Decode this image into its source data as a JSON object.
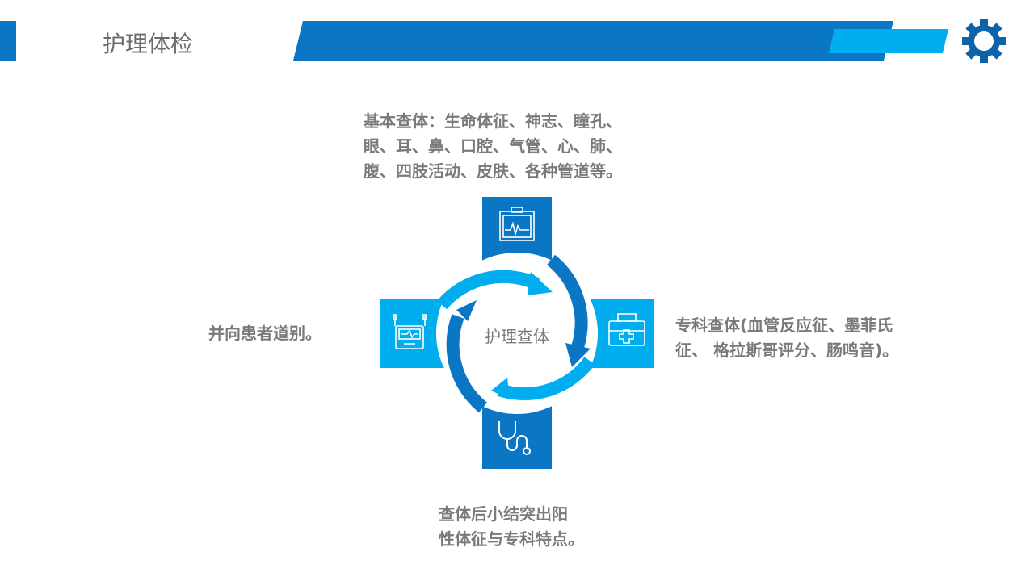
{
  "header": {
    "title": "护理体检"
  },
  "diagram": {
    "center_label": "护理查体",
    "top_text": [
      "基本查体：生命体征、神志、瞳孔、",
      "眼、耳、鼻、口腔、气管、心、肺、",
      "腹、四肢活动、皮肤、各种管道等。"
    ],
    "right_text": [
      "专科查体(血管反应征、墨菲氏",
      "征、 格拉斯哥评分、肠鸣音)。"
    ],
    "bottom_text": [
      "查体后小结突出阳",
      "性体征与专科特点。"
    ],
    "left_text": "并向患者道别。",
    "colors": {
      "dark": "#0b76c4",
      "light": "#00aeef"
    }
  }
}
